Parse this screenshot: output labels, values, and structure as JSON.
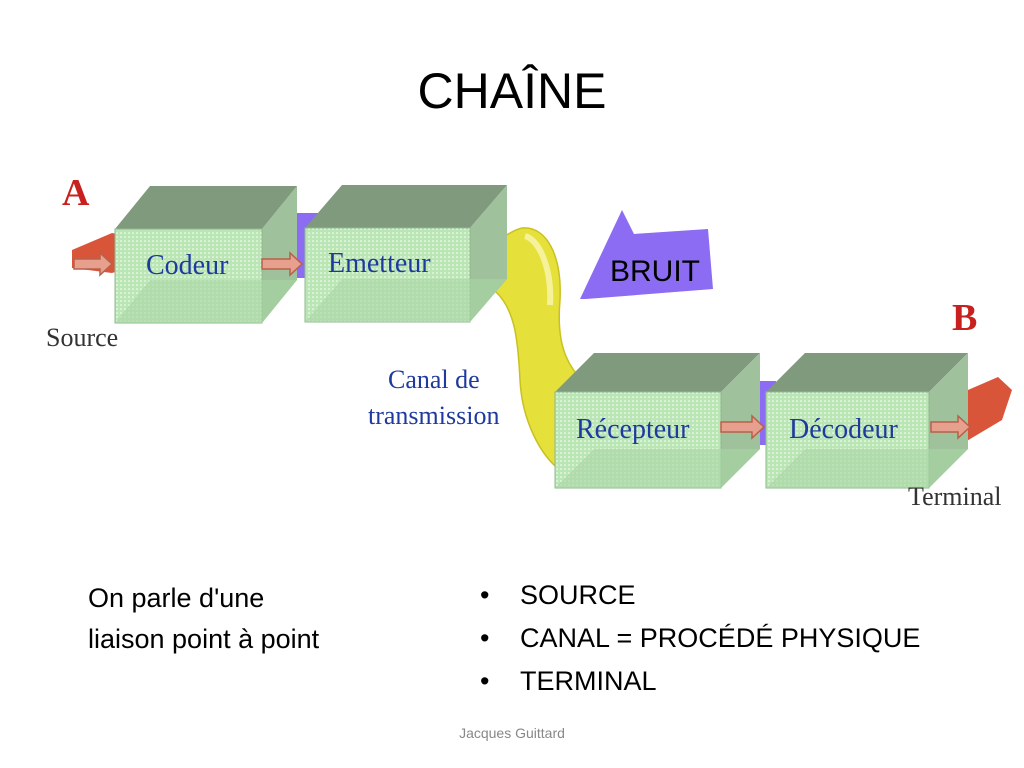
{
  "title": "CHAÎNE",
  "diagram": {
    "label_a": "A",
    "label_b": "B",
    "source": "Source",
    "terminal": "Terminal",
    "noise": "BRUIT",
    "channel_line1": "Canal de",
    "channel_line2": "transmission",
    "blocks": [
      "Codeur",
      "Emetteur",
      "Récepteur",
      "Décodeur"
    ],
    "colors": {
      "box_front": "#c8f0c4",
      "box_top": "#7f9a7d",
      "box_side": "#9fc19b",
      "red_arrow": "#d9553a",
      "violet": "#8b6cf2",
      "yellow": "#e6e03a",
      "label_blue": "#1f3a9e",
      "label_red": "#c8201e"
    }
  },
  "left_text": "On parle d'une liaison point à point",
  "bullets": [
    "SOURCE",
    "CANAL = PROCÉDÉ PHYSIQUE",
    "TERMINAL"
  ],
  "bullet_glyph": "•",
  "footer": "Jacques Guittard"
}
